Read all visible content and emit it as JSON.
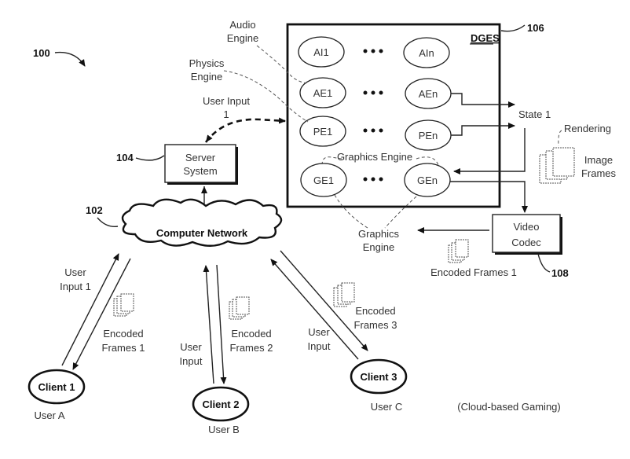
{
  "figure": {
    "ref_main": "100",
    "caption": "(Cloud-based Gaming)"
  },
  "dges": {
    "title": "DGES",
    "ref": "106",
    "nodes": {
      "ai1": "AI1",
      "ain": "AIn",
      "ae1": "AE1",
      "aen": "AEn",
      "pe1": "PE1",
      "pen": "PEn",
      "ge1": "GE1",
      "gen": "GEn"
    },
    "graphics_engine_label": "Graphics Engine"
  },
  "labels": {
    "audio_engine": [
      "Audio",
      "Engine"
    ],
    "physics_engine": [
      "Physics",
      "Engine"
    ],
    "user_input_server": [
      "User Input",
      "1"
    ],
    "state": "State 1",
    "rendering": "Rendering",
    "image_frames": [
      "Image",
      "Frames"
    ],
    "graphics_engine_bottom": [
      "Graphics",
      "Engine"
    ],
    "encoded_frames_codec": "Encoded Frames 1"
  },
  "server": {
    "label": [
      "Server",
      "System"
    ],
    "ref": "104"
  },
  "network": {
    "label": "Computer Network",
    "ref": "102"
  },
  "codec": {
    "label": [
      "Video",
      "Codec"
    ],
    "ref": "108"
  },
  "clients": [
    {
      "name": "Client 1",
      "user": "User A",
      "input": [
        "User",
        "Input 1"
      ],
      "frames": [
        "Encoded",
        "Frames 1"
      ]
    },
    {
      "name": "Client 2",
      "user": "User B",
      "input": [
        "User",
        "Input"
      ],
      "frames": [
        "Encoded",
        "Frames 2"
      ]
    },
    {
      "name": "Client 3",
      "user": "User C",
      "input": [
        "User",
        "Input"
      ],
      "frames": [
        "Encoded",
        "Frames 3"
      ]
    }
  ]
}
